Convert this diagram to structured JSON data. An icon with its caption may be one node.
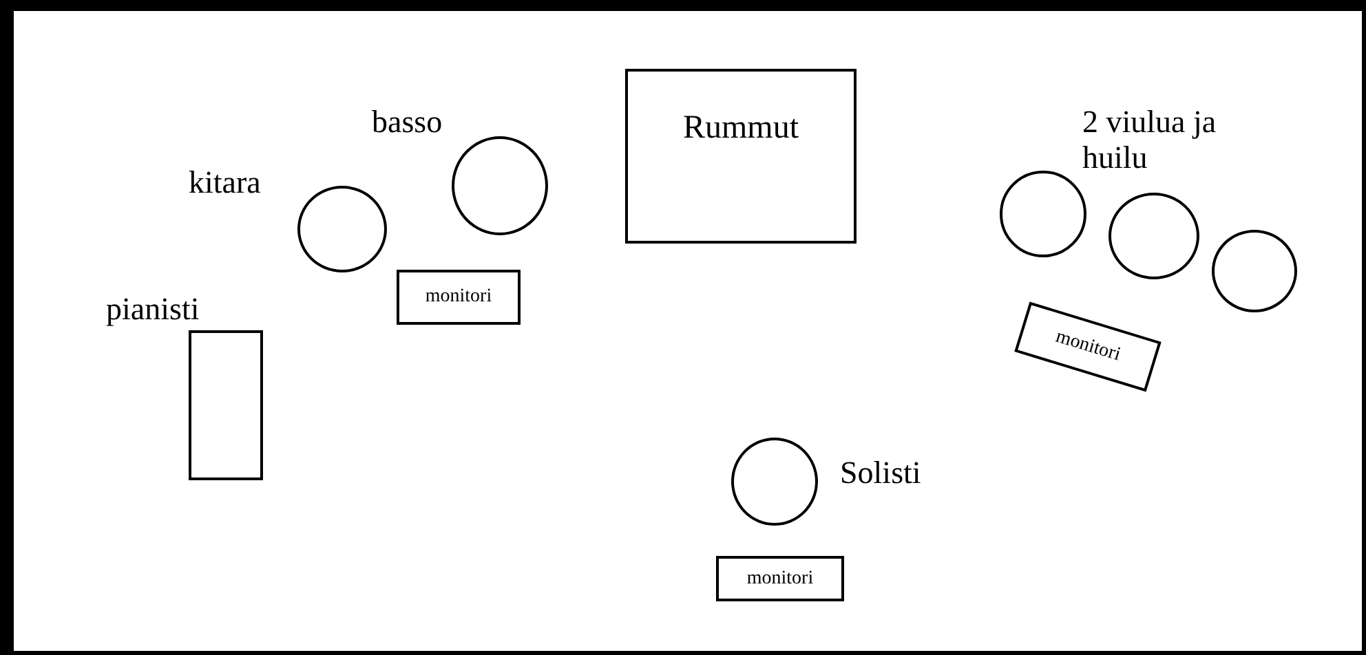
{
  "diagram": {
    "nodes": [
      {
        "text": [
          "basso"
        ]
      },
      {
        "text": [
          "Rummut"
        ]
      },
      {
        "text": [
          "kitara"
        ]
      },
      {
        "text": [],
        "shape": "circle"
      },
      {
        "text": [
          "2 viulua ja huilu"
        ]
      },
      {
        "text": [],
        "shape": "circle"
      },
      {
        "text": [
          "monitori"
        ]
      },
      {
        "text": [
          "pianisti"
        ]
      },
      {
        "text": [
          "monitori"
        ]
      },
      {
        "text": [
          "Solisti"
        ]
      },
      {
        "text": [
          "monitori"
        ]
      }
    ]
  }
}
